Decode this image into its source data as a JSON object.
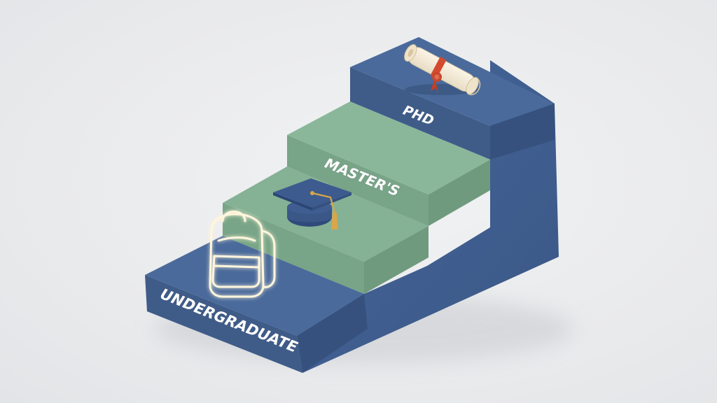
{
  "steps": [
    {
      "label": "UNDERGRADUATE",
      "color": "#4a6a9b"
    },
    {
      "label": "MASTER'S",
      "color": "#85b195"
    },
    {
      "label": "PHD",
      "color": "#4a6a9b"
    }
  ],
  "icons": {
    "undergraduate": "backpack-icon",
    "masters": "graduation-cap-icon",
    "phd": "diploma-scroll-icon"
  },
  "colors": {
    "blue_top": "#4a6a9b",
    "blue_side": "#3f5c89",
    "blue_dark": "#324a74",
    "green_top": "#85b195",
    "green_front": "#78a487",
    "background": "#eceeef",
    "backpack_glow": "#fff6dc",
    "tassel": "#d9a64a",
    "ribbon": "#d44a2e"
  }
}
